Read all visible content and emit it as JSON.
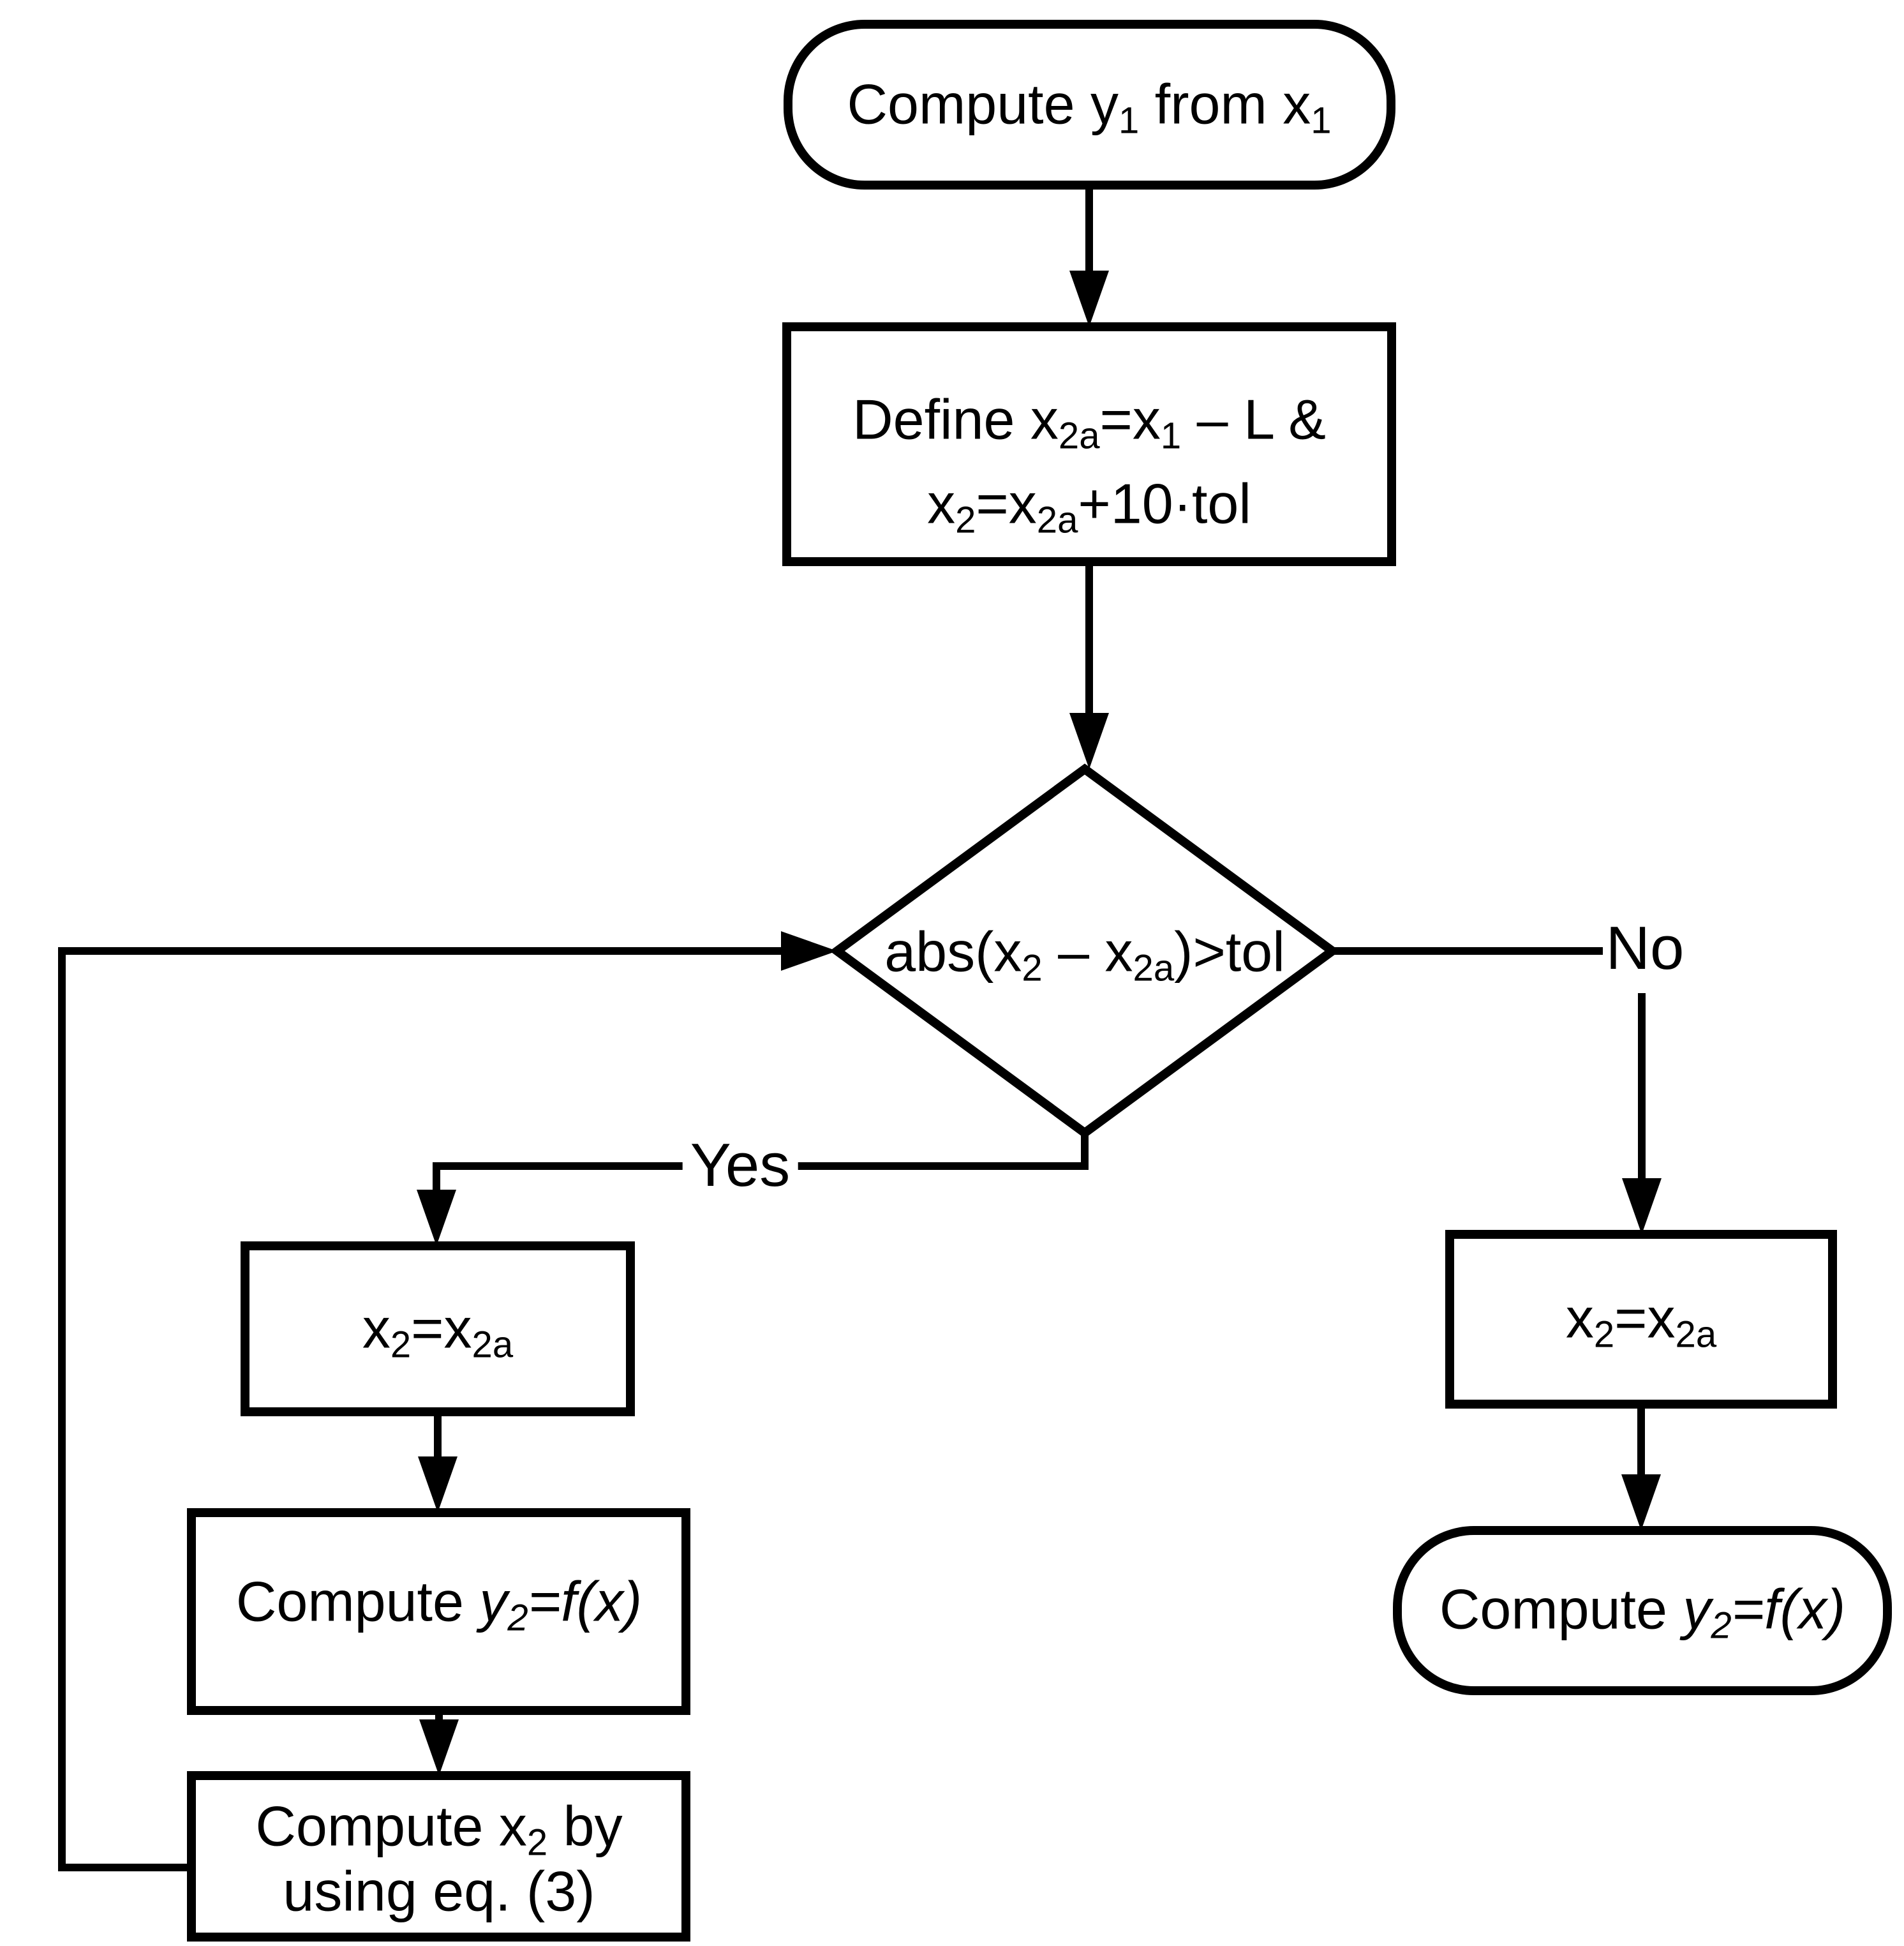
{
  "theme": {
    "background": "#ffffff",
    "line_color": "#000000",
    "node_fill": "#ffffff",
    "text_color": "#000000"
  },
  "flowchart": {
    "nodes": {
      "start": {
        "shape": "terminator",
        "label": "Compute y_{1} from x_{1}"
      },
      "define": {
        "shape": "process",
        "lines": [
          "Define x_{2a}=x_{1} – L &",
          "x_{2}=x_{2a}+10·tol"
        ]
      },
      "decision": {
        "shape": "decision",
        "label": "abs(x_{2} – x_{2a})>tol"
      },
      "yes_assign": {
        "shape": "process",
        "label": "x_{2}=x_{2a}"
      },
      "yes_compute": {
        "shape": "process",
        "label": "Compute *y_{2}=f(x)*"
      },
      "yes_eq3": {
        "shape": "process",
        "lines": [
          "Compute x_{2} by",
          "using eq. (3)"
        ]
      },
      "no_assign": {
        "shape": "process",
        "label": "x_{2}=x_{2a}"
      },
      "no_terminal": {
        "shape": "terminator",
        "label": "Compute *y_{2}=f(x)*"
      }
    },
    "edge_labels": {
      "yes": "Yes",
      "no": "No"
    },
    "connections": [
      "start -> define",
      "define -> decision",
      "decision -> yes_assign (Yes)",
      "yes_assign -> yes_compute",
      "yes_compute -> yes_eq3",
      "yes_eq3 -> decision (loop back)",
      "decision -> no_assign (No)",
      "no_assign -> no_terminal"
    ]
  }
}
